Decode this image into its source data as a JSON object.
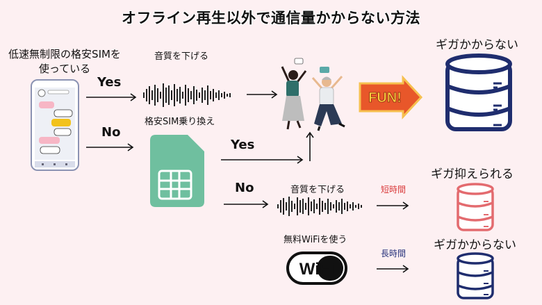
{
  "title": "オフライン再生以外で通信量かからない方法",
  "start_label": "低速無制限の格安SIMを使っている",
  "yes_label": "Yes",
  "no_label": "No",
  "yes_label_2": "Yes",
  "no_label_2": "No",
  "quality_label_1": "音質を下げる",
  "quality_label_2": "音質を下げる",
  "switch_sim_label": "格安SIM乗り換え",
  "free_wifi_label": "無料WiFiを使う",
  "short_time_label": "短時間",
  "long_time_label": "長時間",
  "fun_sign_text": "FUN!",
  "wifi_logo_text": "WiFi",
  "result_top": "ギガかからない",
  "result_mid": "ギガ抑えられる",
  "result_bottom": "ギガかからない",
  "colors": {
    "background": "#fdf0f2",
    "database_navy": "#1f2d6e",
    "database_pink": "#e36b6f",
    "sim_green": "#6fbf9f",
    "short_time": "#d9393a",
    "long_time": "#25307a",
    "fun_sign": "#e8572a"
  }
}
